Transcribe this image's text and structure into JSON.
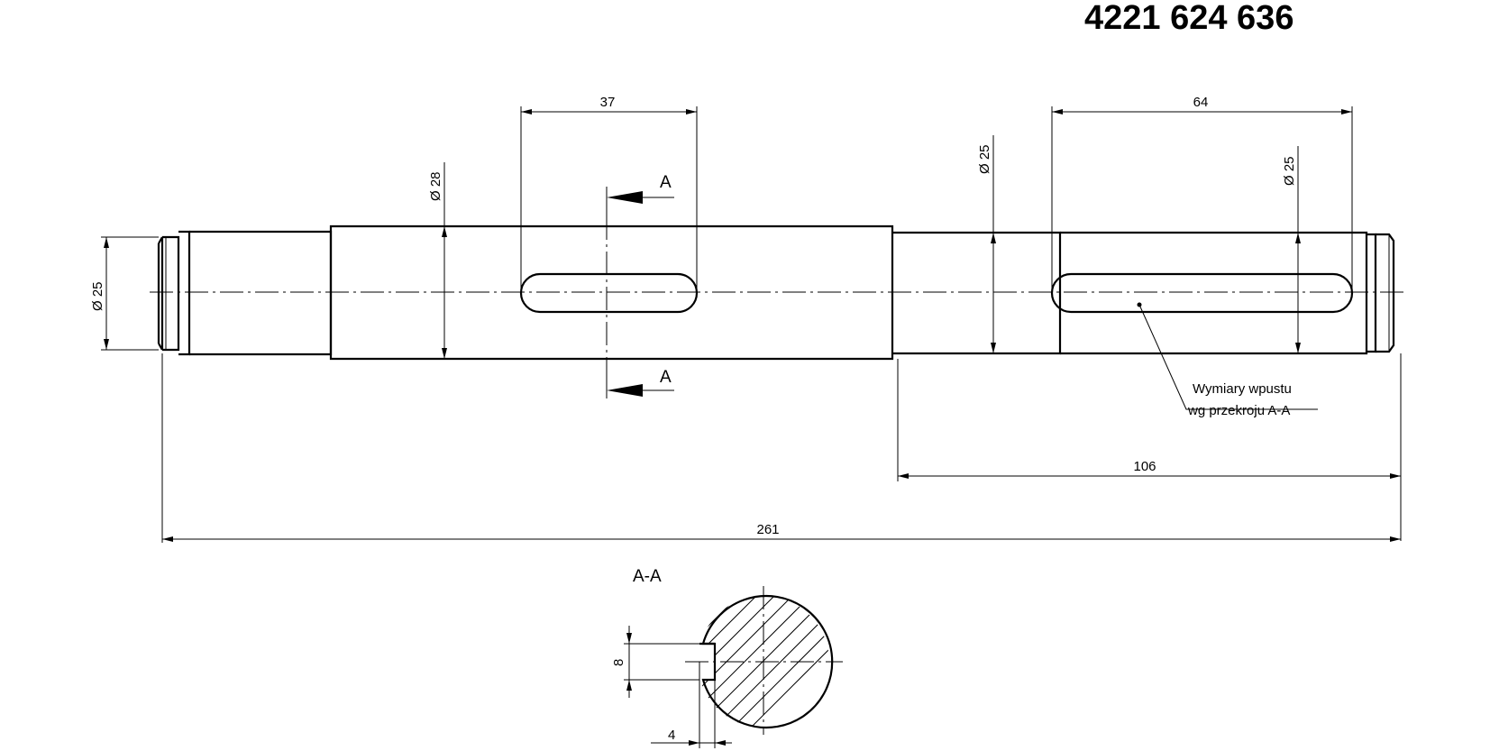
{
  "drawing_number": "4221 624 636",
  "dimensions": {
    "keyway_left_length": "37",
    "keyway_right_length": "64",
    "diameter_center": "Ø 28",
    "diameter_right_step": "Ø 25",
    "diameter_right_end": "Ø 25",
    "diameter_left_end": "Ø 25",
    "length_right": "106",
    "length_total": "261",
    "key_width": "8",
    "key_depth": "4"
  },
  "section_marks": {
    "top": "A",
    "bottom": "A",
    "section_title": "A-A"
  },
  "note": {
    "line1": "Wymiary wpustu",
    "line2": "wg przekroju A-A"
  }
}
